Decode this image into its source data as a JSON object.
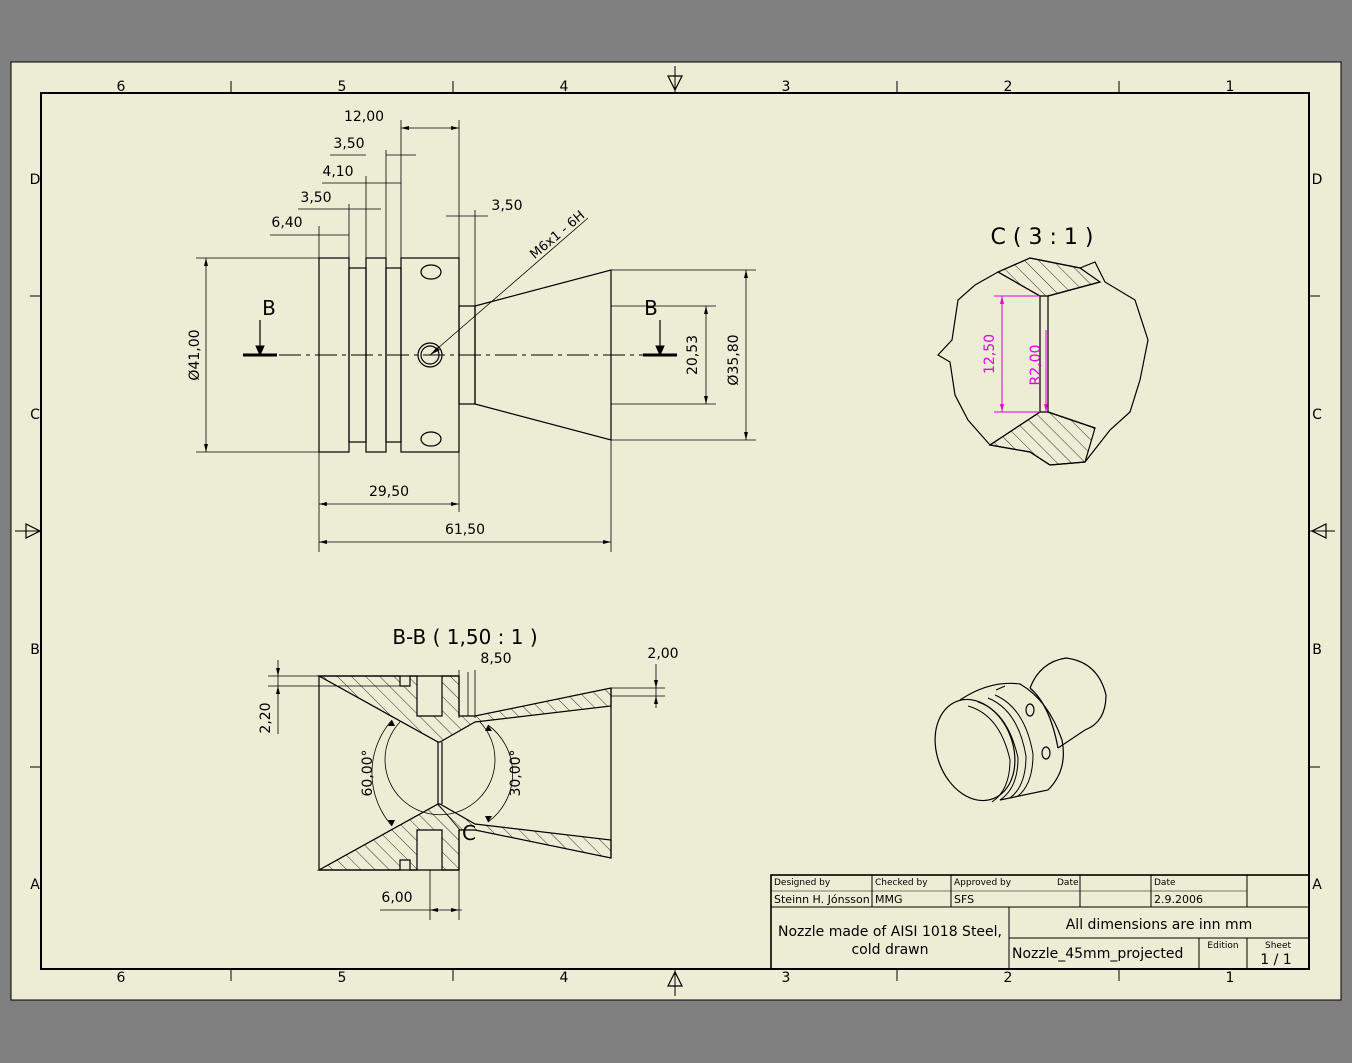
{
  "zones": {
    "columns": [
      "6",
      "5",
      "4",
      "3",
      "2",
      "1"
    ],
    "rows": [
      "D",
      "C",
      "B",
      "A"
    ]
  },
  "front_view": {
    "dims": {
      "d12_00": "12,00",
      "d3_50_a": "3,50",
      "d4_10": "4,10",
      "d3_50_b": "3,50",
      "d6_40": "6,40",
      "d3_50_c": "3,50",
      "thread": "M6x1 - 6H",
      "dia41": "Ø41,00",
      "d20_53": "20,53",
      "dia35_80": "Ø35,80",
      "d29_50": "29,50",
      "d61_50": "61,50"
    },
    "section_mark_left": "B",
    "section_mark_right": "B"
  },
  "detail_view": {
    "title": "C ( 3 : 1 )",
    "dim_height": "12,50",
    "dim_radius": "R2,00",
    "accent_color": "#e000e0"
  },
  "section_view": {
    "title": "B-B ( 1,50 : 1 )",
    "dims": {
      "d8_50": "8,50",
      "d2_00": "2,00",
      "d2_20": "2,20",
      "angle60": "60,00°",
      "angle30": "30,00°",
      "d6_00": "6,00"
    },
    "detail_marker": "C"
  },
  "title_block": {
    "designed_by_label": "Designed by",
    "designed_by": "Steinn H. Jónsson",
    "checked_by_label": "Checked by",
    "checked_by": "MMG",
    "approved_by_label": "Approved by",
    "approved_by": "SFS",
    "date_label_1": "Date",
    "date_label_2": "Date",
    "date": "2.9.2006",
    "title": "Nozzle made of AISI 1018 Steel,\ncold drawn",
    "title_line1": "Nozzle made of AISI 1018 Steel,",
    "title_line2": "cold drawn",
    "note": "All dimensions are inn mm",
    "part_name": "Nozzle_45mm_projected",
    "edition_label": "Edition",
    "sheet_label": "Sheet",
    "sheet": "1 / 1"
  },
  "colors": {
    "background": "#808080",
    "paper": "#ededd6",
    "line": "#000000",
    "detail_dim": "#e000e0"
  }
}
